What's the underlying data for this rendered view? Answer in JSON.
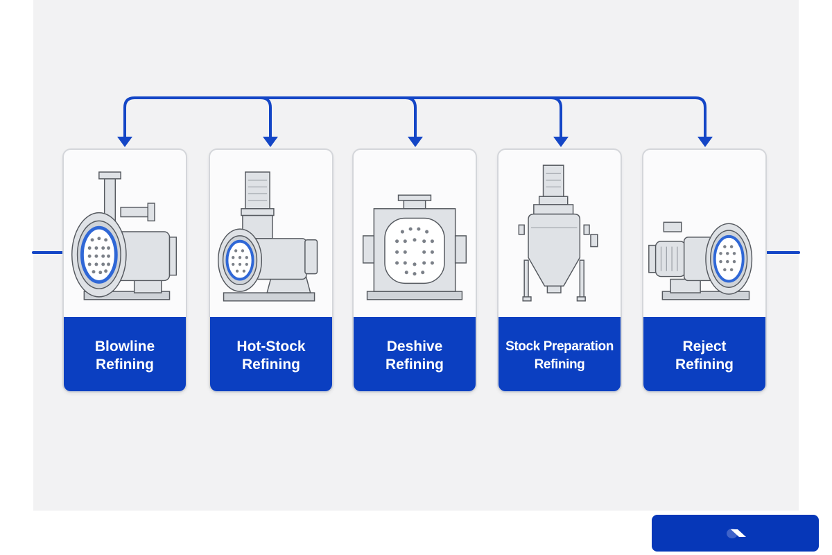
{
  "stages": [
    {
      "label": "Blowline\nRefining"
    },
    {
      "label": "Hot-Stock\nRefining"
    },
    {
      "label": "Deshive\nRefining"
    },
    {
      "label": "Stock Preparation\nRefining"
    },
    {
      "label": "Reject\nRefining"
    }
  ],
  "icons": [
    "horizontal-refiner-icon",
    "motor-driven-refiner-icon",
    "deshive-refiner-icon",
    "vertical-tank-refiner-icon",
    "reject-refiner-icon",
    "logo-icon"
  ],
  "colors": {
    "accent": "#0b3fc1",
    "arrow": "#1446c6",
    "metal": "#dfe2e6",
    "outline": "#55595f"
  }
}
